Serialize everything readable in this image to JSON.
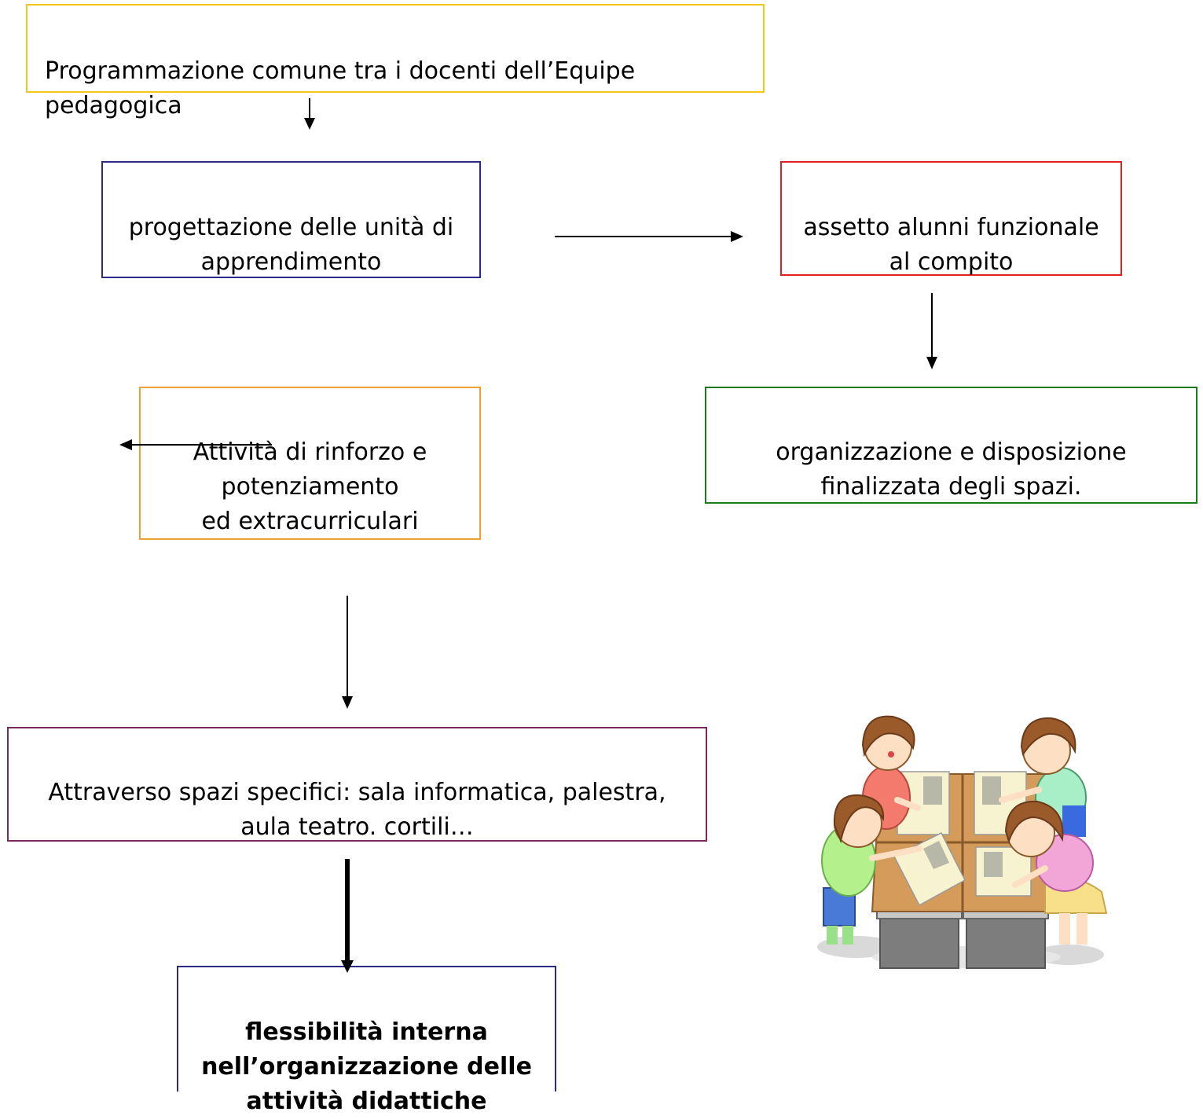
{
  "colors": {
    "box1": "#F5C518",
    "box2": "#2E2A8C",
    "box3": "#E02020",
    "box4": "#F0A030",
    "box5": "#1E7A1E",
    "box6": "#7A2A5A",
    "box7": "#2E2A8C"
  },
  "boxes": {
    "programmazione": "Programmazione comune tra i docenti  dell’Equipe\npedagogica",
    "progettazione": "progettazione delle unità di\napprendimento",
    "assetto": "assetto alunni funzionale\nal compito",
    "attivita": "Attività di rinforzo e\npotenziamento\ned extracurriculari",
    "organizzazione": "organizzazione e disposizione\nfinalizzata degli spazi.",
    "spazi": "Attraverso spazi specifici: sala informatica, palestra,\naula teatro. cortili…",
    "flessibilita": "flessibilità interna\nnell’organizzazione delle\nattività didattiche"
  },
  "illustration": {
    "icon": "children-at-desks-illustration"
  }
}
